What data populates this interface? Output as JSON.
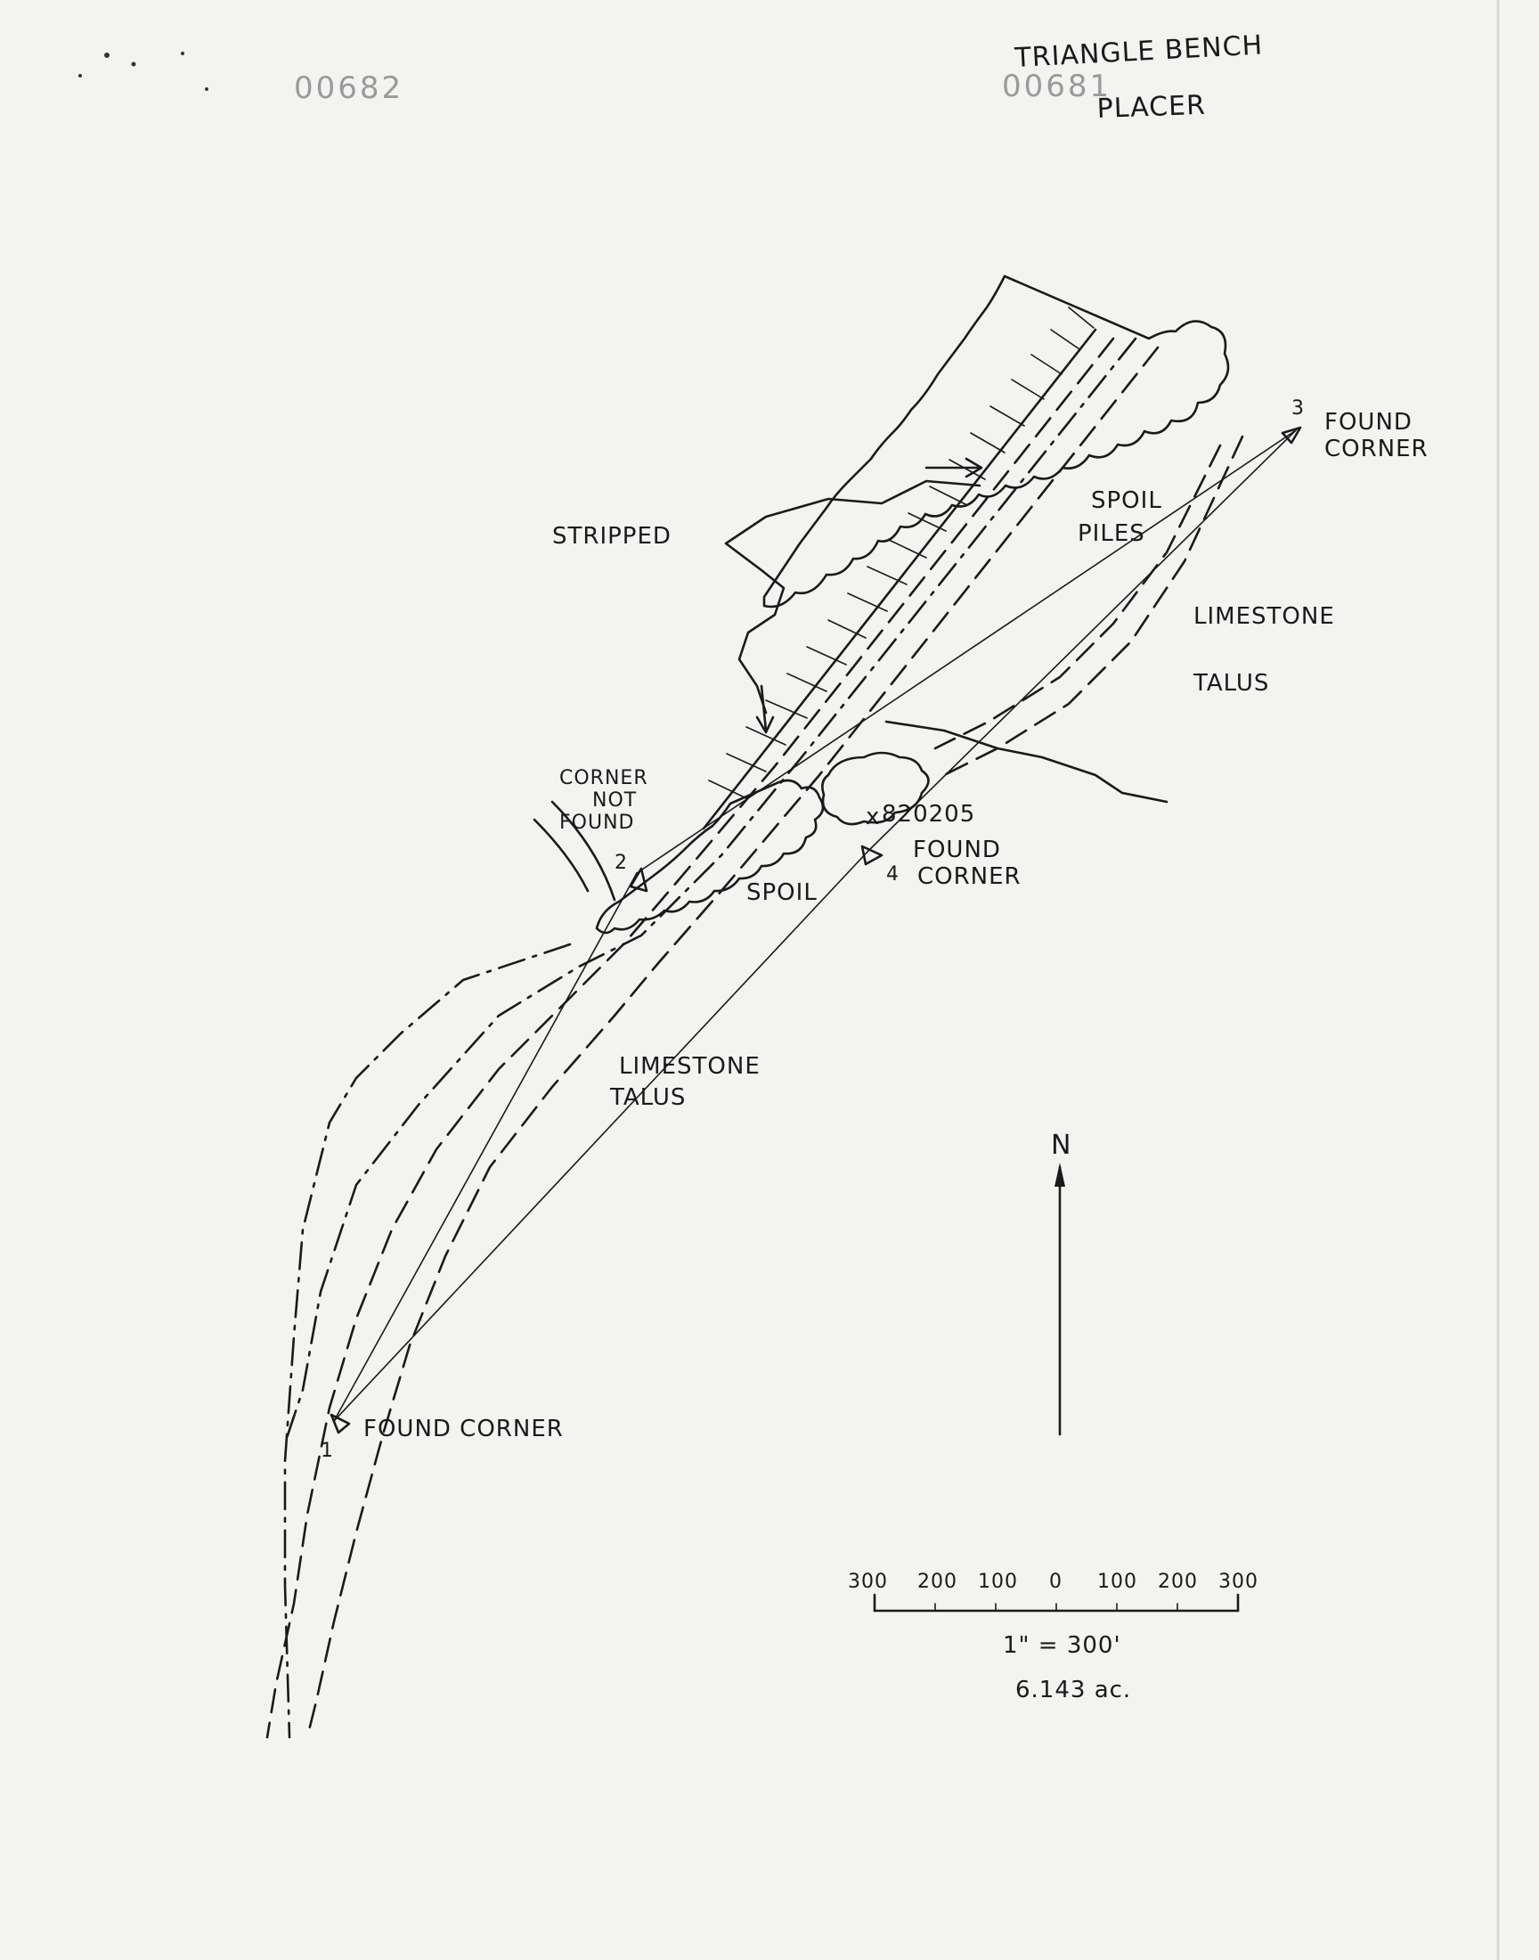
{
  "title": {
    "line1": "TRIANGLE BENCH",
    "line2": "PLACER",
    "doc_number": "00681",
    "ghost_number": "00682"
  },
  "labels": {
    "stripped": "STRIPPED",
    "spoil_piles_1": "SPOIL",
    "spoil_piles_2": "PILES",
    "limestone_right": "LIMESTONE",
    "talus_right": "TALUS",
    "limestone_left": "LIMESTONE",
    "talus_left": "TALUS",
    "spoil_lower": "SPOIL",
    "corner_not_found_1": "CORNER",
    "corner_not_found_2": "NOT",
    "corner_not_found_3": "FOUND",
    "sample_id": "820205",
    "north": "N"
  },
  "corners": [
    {
      "id": "1",
      "label": "FOUND CORNER"
    },
    {
      "id": "2",
      "label": ""
    },
    {
      "id": "3",
      "label_1": "FOUND",
      "label_2": "CORNER"
    },
    {
      "id": "4",
      "label_1": "FOUND",
      "label_2": "CORNER"
    }
  ],
  "scale_bar": {
    "ticks": [
      "300",
      "200",
      "100",
      "0",
      "100",
      "200",
      "300"
    ],
    "ratio": "1\" = 300'",
    "area": "6.143 ac."
  }
}
